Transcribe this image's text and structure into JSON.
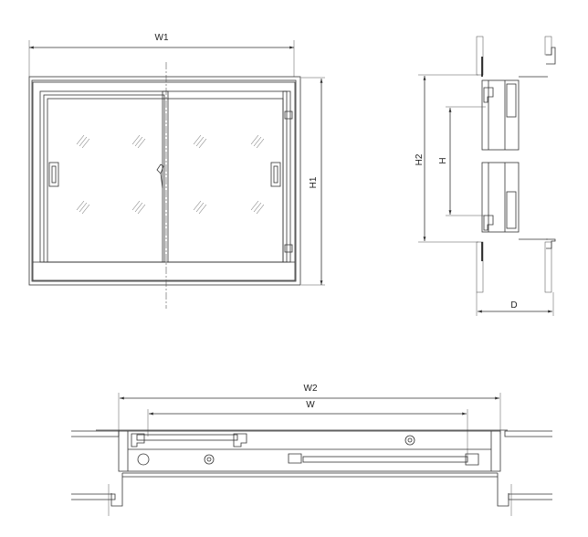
{
  "drawing": {
    "front_view": {
      "width_label": "W1",
      "height_label": "H1"
    },
    "side_section": {
      "outer_height_label": "H2",
      "inner_height_label": "H",
      "depth_label": "D"
    },
    "plan_view": {
      "outer_width_label": "W2",
      "inner_width_label": "W"
    }
  },
  "colors": {
    "line": "#333333",
    "background": "#ffffff"
  }
}
